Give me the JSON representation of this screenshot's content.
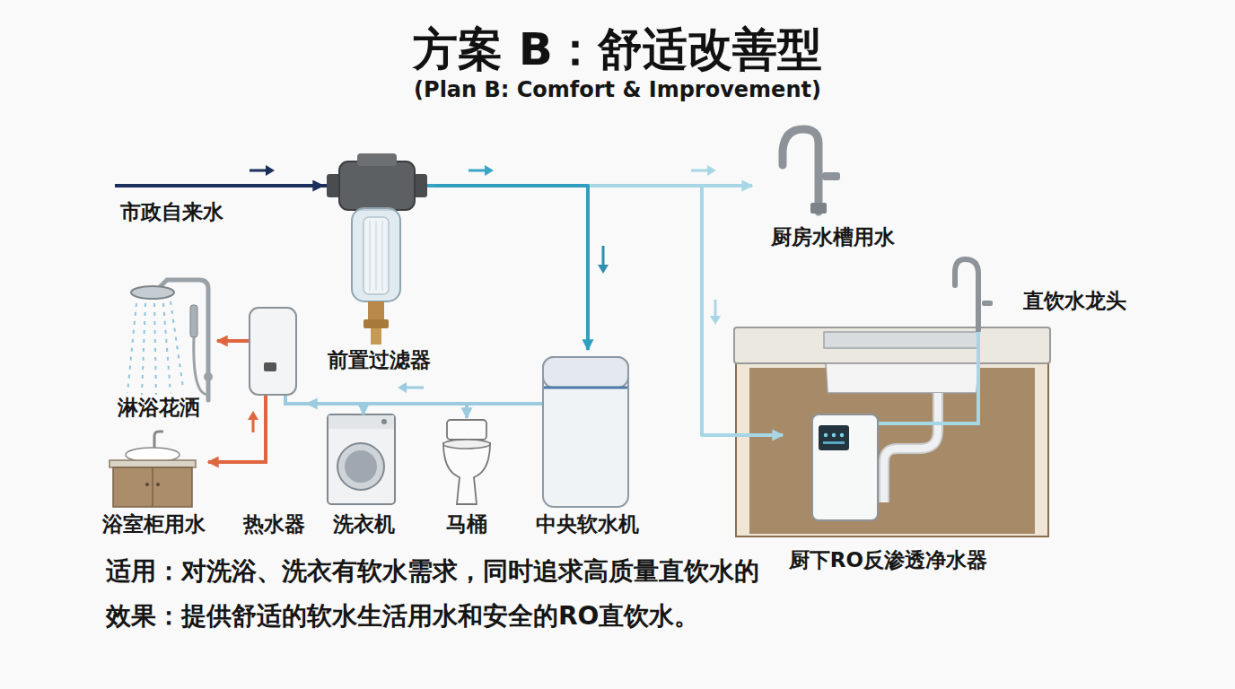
{
  "diagram": {
    "title": "方案 B：舒适改善型",
    "nodes": [
      {
        "text": [
          "市政自来水"
        ]
      },
      {
        "text": [
          "前置过滤器"
        ]
      },
      {
        "text": [
          "厨房水槽用水"
        ]
      },
      {
        "text": [
          "中央软水机"
        ]
      },
      {
        "text": [
          "厨下RO反渗透净水器"
        ]
      },
      {
        "text": [
          "直饮水龙头"
        ]
      },
      {
        "text": [
          "马桶"
        ]
      },
      {
        "text": [
          "洗衣机"
        ]
      },
      {
        "text": [
          "热水器"
        ]
      },
      {
        "text": [
          "淋浴花洒"
        ]
      },
      {
        "text": [
          "浴室柜用水"
        ]
      }
    ],
    "edges": [
      {
        "from": 0,
        "to": 1,
        "arrow": "to"
      },
      {
        "from": 1,
        "to": 2,
        "arrow": "to"
      },
      {
        "from": 1,
        "to": 4,
        "arrow": "to"
      },
      {
        "from": 1,
        "to": 3,
        "arrow": "to"
      },
      {
        "from": 4,
        "to": 5,
        "arrow": "none"
      },
      {
        "from": 3,
        "to": 8,
        "arrow": "to"
      },
      {
        "from": 3,
        "to": 7,
        "arrow": "to"
      },
      {
        "from": 3,
        "to": 6,
        "arrow": "to"
      },
      {
        "from": 8,
        "to": 9,
        "arrow": "to"
      },
      {
        "from": 8,
        "to": 10,
        "arrow": "to"
      }
    ],
    "labels": [
      "(Plan B: Comfort & Improvement)",
      "适用：对洗浴、洗衣有软水需求，同时追求高质量直饮水的",
      "效果：提供舒适的软水生活用水和安全的RO直饮水。"
    ]
  }
}
